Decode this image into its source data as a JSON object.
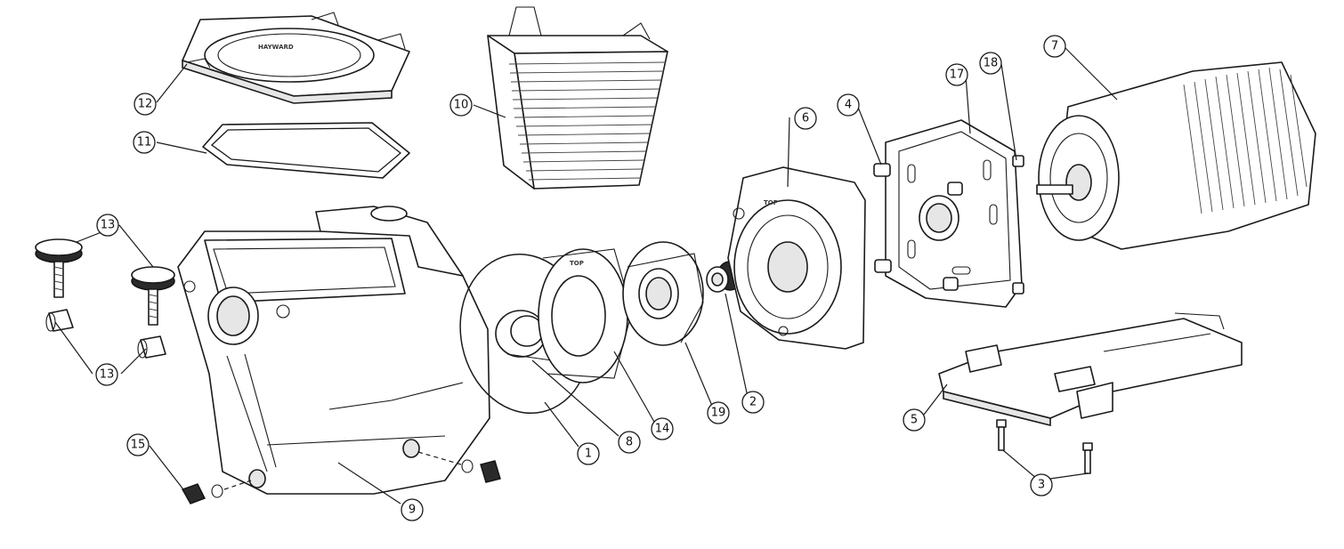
{
  "diagram": {
    "callouts": {
      "c1": "1",
      "c2": "2",
      "c3": "3",
      "c4": "4",
      "c5": "5",
      "c6": "6",
      "c7": "7",
      "c8": "8",
      "c9": "9",
      "c10": "10",
      "c11": "11",
      "c12": "12",
      "c13a": "13",
      "c13b": "13",
      "c14": "14",
      "c15": "15",
      "c17": "17",
      "c18": "18",
      "c19": "19"
    },
    "stamps": {
      "diffuser_top": "TOP",
      "seal_plate_top": "TOP"
    }
  }
}
